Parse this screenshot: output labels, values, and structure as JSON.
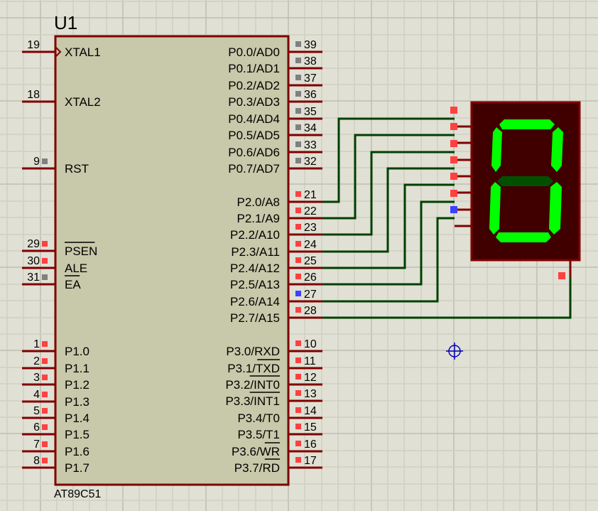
{
  "colors": {
    "background": "#e0e0d4",
    "grid_minor": "#cfcfc2",
    "grid_major": "#bdbdb0",
    "component_body": "#c8c8aa",
    "component_outline": "#800000",
    "wire": "#004000",
    "pin_high": "#ff4040",
    "pin_low": "#4040ff",
    "pin_floating": "#808080",
    "display_body": "#400000",
    "segment_on": "#00ff00",
    "segment_off": "#005000",
    "marker": "#0000c0",
    "text": "#000000"
  },
  "mcu": {
    "reference": "U1",
    "part": "AT89C51",
    "left_pins": [
      {
        "num": "19",
        "name": "XTAL1",
        "state": "none",
        "clock": true
      },
      {
        "num": "18",
        "name": "XTAL2",
        "state": "none"
      },
      {
        "num": "9",
        "name": "RST",
        "state": "floating"
      },
      {
        "num": "29",
        "name": "PSEN",
        "state": "high",
        "overbar": "PSEN"
      },
      {
        "num": "30",
        "name": "ALE",
        "state": "high"
      },
      {
        "num": "31",
        "name": "EA",
        "state": "floating",
        "overbar": "EA"
      },
      {
        "num": "1",
        "name": "P1.0",
        "state": "high"
      },
      {
        "num": "2",
        "name": "P1.1",
        "state": "high"
      },
      {
        "num": "3",
        "name": "P1.2",
        "state": "high"
      },
      {
        "num": "4",
        "name": "P1.3",
        "state": "high"
      },
      {
        "num": "5",
        "name": "P1.4",
        "state": "high"
      },
      {
        "num": "6",
        "name": "P1.5",
        "state": "high"
      },
      {
        "num": "7",
        "name": "P1.6",
        "state": "high"
      },
      {
        "num": "8",
        "name": "P1.7",
        "state": "high"
      }
    ],
    "right_pins": [
      {
        "num": "39",
        "name": "P0.0/AD0",
        "state": "floating"
      },
      {
        "num": "38",
        "name": "P0.1/AD1",
        "state": "floating"
      },
      {
        "num": "37",
        "name": "P0.2/AD2",
        "state": "floating"
      },
      {
        "num": "36",
        "name": "P0.3/AD3",
        "state": "floating"
      },
      {
        "num": "35",
        "name": "P0.4/AD4",
        "state": "floating"
      },
      {
        "num": "34",
        "name": "P0.5/AD5",
        "state": "floating"
      },
      {
        "num": "33",
        "name": "P0.6/AD6",
        "state": "floating"
      },
      {
        "num": "32",
        "name": "P0.7/AD7",
        "state": "floating"
      },
      {
        "num": "21",
        "name": "P2.0/A8",
        "state": "high"
      },
      {
        "num": "22",
        "name": "P2.1/A9",
        "state": "high"
      },
      {
        "num": "23",
        "name": "P2.2/A10",
        "state": "high"
      },
      {
        "num": "24",
        "name": "P2.3/A11",
        "state": "high"
      },
      {
        "num": "25",
        "name": "P2.4/A12",
        "state": "high"
      },
      {
        "num": "26",
        "name": "P2.5/A13",
        "state": "high"
      },
      {
        "num": "27",
        "name": "P2.6/A14",
        "state": "low"
      },
      {
        "num": "28",
        "name": "P2.7/A15",
        "state": "high"
      },
      {
        "num": "10",
        "name": "P3.0/RXD",
        "state": "high"
      },
      {
        "num": "11",
        "name": "P3.1/TXD",
        "state": "high",
        "overbar": "TXD"
      },
      {
        "num": "12",
        "name": "P3.2/INT0",
        "state": "high",
        "overbar": "INT0"
      },
      {
        "num": "13",
        "name": "P3.3/INT1",
        "state": "high",
        "overbar": "INT1"
      },
      {
        "num": "14",
        "name": "P3.4/T0",
        "state": "high"
      },
      {
        "num": "15",
        "name": "P3.5/T1",
        "state": "high"
      },
      {
        "num": "16",
        "name": "P3.6/WR",
        "state": "high",
        "overbar": "WR"
      },
      {
        "num": "17",
        "name": "P3.7/RD",
        "state": "high",
        "overbar": "RD"
      }
    ]
  },
  "display": {
    "type": "7-segment common-anode",
    "shown_digit": "0",
    "segments": {
      "a": true,
      "b": true,
      "c": true,
      "d": true,
      "e": true,
      "f": true,
      "g": false
    },
    "input_pin_states": [
      "high",
      "high",
      "high",
      "high",
      "high",
      "high",
      "low"
    ],
    "common_pin_state": "high"
  }
}
